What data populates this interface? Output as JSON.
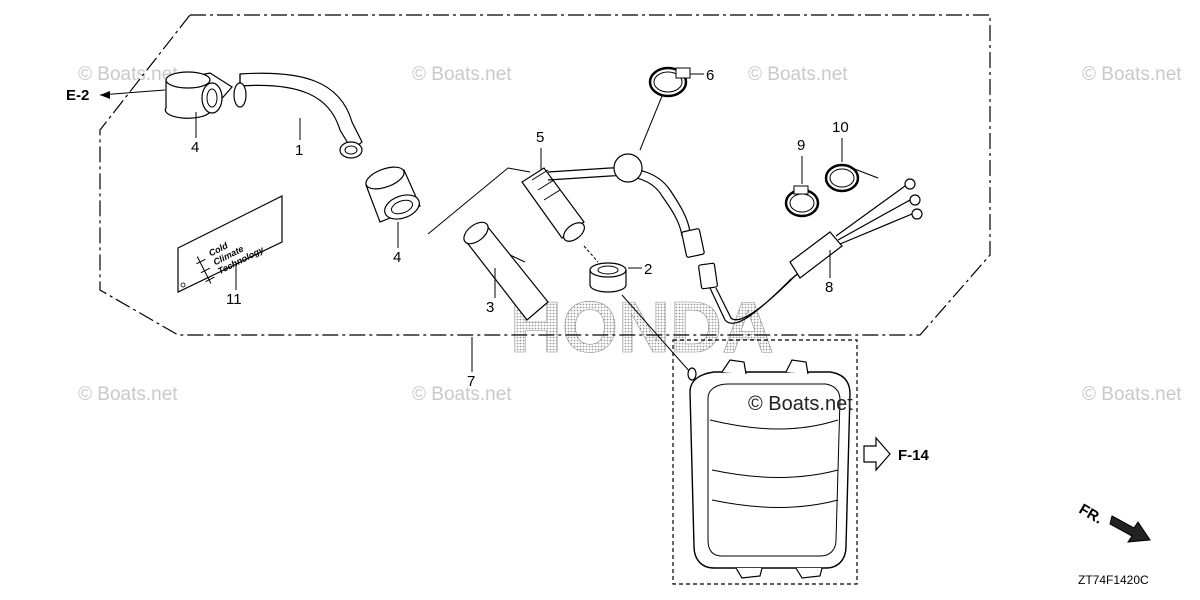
{
  "diagram": {
    "parts": [
      {
        "number": "1"
      },
      {
        "number": "2"
      },
      {
        "number": "3"
      },
      {
        "number": "4"
      },
      {
        "number": "4"
      },
      {
        "number": "5"
      },
      {
        "number": "6"
      },
      {
        "number": "7"
      },
      {
        "number": "8"
      },
      {
        "number": "9"
      },
      {
        "number": "10"
      },
      {
        "number": "11"
      }
    ],
    "references": {
      "upper_left": "E-2",
      "right": "F-14"
    },
    "front_indicator": "FR.",
    "diagram_code": "ZT74F1420C",
    "watermark_text": "© Boats.net",
    "brand_watermark": "HONDA",
    "sticker_lines": [
      "Cold",
      "Climate",
      "Technology"
    ]
  },
  "colors": {
    "line": "#000000",
    "watermark": "#c9c9c9",
    "brand_pattern": "#bdbdbd"
  }
}
